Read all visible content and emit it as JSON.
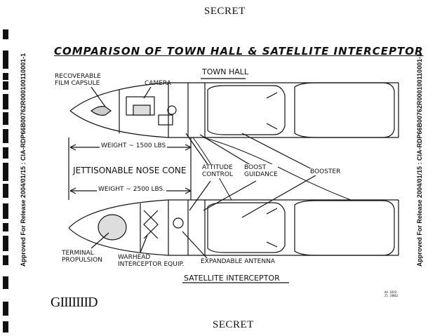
{
  "classification_top": "SECRET",
  "classification_bottom": "SECRET",
  "side_left": "Approved For Release 2004/01/15 : CIA-RDP66B00762R000100110001-1",
  "side_right": "Approved For Release 2004/01/15 : CIA-RDP66B00762R000100110001-1",
  "title": "COMPARISON OF TOWN HALL & SATELLITE INTERCEPTOR",
  "town_hall_label": "TOWN HALL",
  "satellite_label": "SATELLITE INTERCEPTOR",
  "labels": {
    "recoverable": "RECOVERABLE\nFILM CAPSULE",
    "camera": "CAMERA",
    "weight_top": "WEIGHT ~ 1500 LBS",
    "nose_cone": "JETTISONABLE NOSE CONE",
    "weight_bottom": "WEIGHT ~ 2500 LBS.",
    "attitude": "ATTITUDE\nCONTROL",
    "boost_guidance": "BOOST\nGUIDANCE",
    "booster": "BOOSTER",
    "terminal": "TERMINAL\nPROPULSION",
    "warhead": "WARHEAD\nINTERCEPTOR EQUIP.",
    "antenna": "EXPANDABLE ANTENNA"
  },
  "logo": "GIIIIIIID",
  "stamp": "AU 1819\n25 JUN62"
}
